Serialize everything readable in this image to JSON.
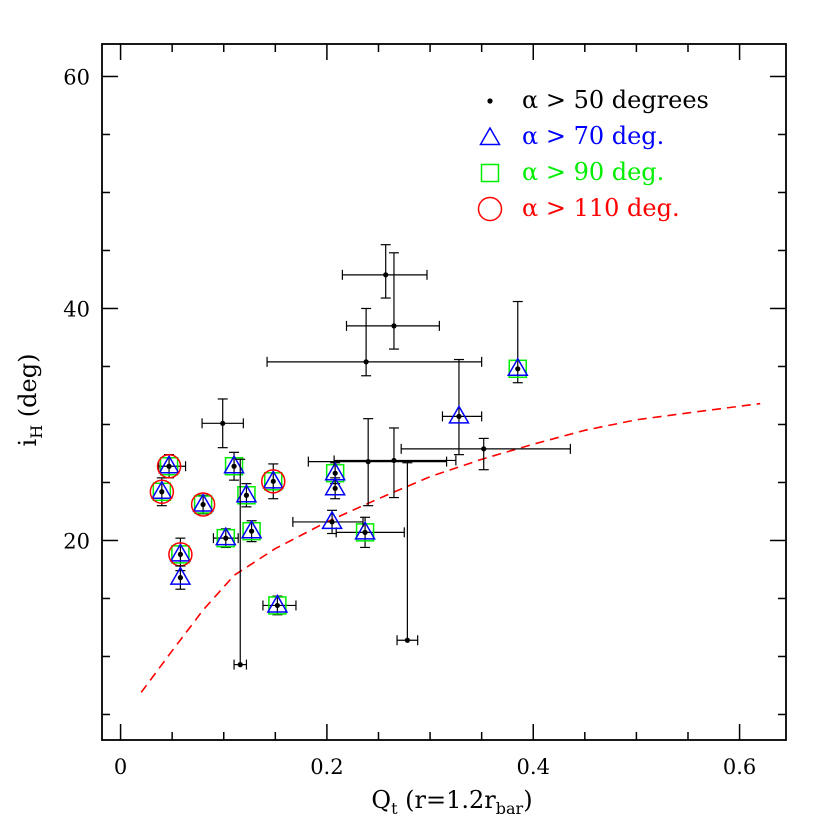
{
  "chart_data": {
    "type": "scatter",
    "xlabel": {
      "main": "Q",
      "sub": "t",
      "paren": "(r=1.2r",
      "paren_sub": "bar",
      "close": ")"
    },
    "ylabel": {
      "main": "i",
      "sub": "H",
      "rest": "(deg)"
    },
    "xlim": [
      -0.018,
      0.645
    ],
    "ylim": [
      2.8,
      62.8
    ],
    "xticks": [
      0,
      0.2,
      0.4,
      0.6
    ],
    "xtick_labels": [
      "0",
      "0.2",
      "0.4",
      "0.6"
    ],
    "yticks": [
      20,
      40,
      60
    ],
    "ytick_labels": [
      "20",
      "40",
      "60"
    ],
    "x_minor_step": 0.05,
    "y_minor_step": 5,
    "grid": false,
    "legend_position": "top-right",
    "colors": {
      "axis": "#000000",
      "alpha50": "#000000",
      "alpha70": "#0000ff",
      "alpha90": "#00ee00",
      "alpha110": "#ff0000",
      "curve": "#ff0000"
    },
    "legend": [
      {
        "marker": "dot",
        "text": "α > 50 degrees",
        "color": "#000000"
      },
      {
        "marker": "triangle",
        "text": "α > 70 deg.",
        "color": "#0000ff"
      },
      {
        "marker": "square",
        "text": "α > 90 deg.",
        "color": "#00ee00"
      },
      {
        "marker": "circle",
        "text": "α > 110 deg.",
        "color": "#ff0000"
      }
    ],
    "points": [
      {
        "x": 0.04,
        "y": 24.2,
        "xerr": [
          0.0,
          0.0
        ],
        "yerr": [
          1.2,
          1.2
        ],
        "level": 110
      },
      {
        "x": 0.047,
        "y": 26.4,
        "xerr": [
          0.01,
          0.016
        ],
        "yerr": [
          1.0,
          1.0
        ],
        "level": 110
      },
      {
        "x": 0.058,
        "y": 18.8,
        "xerr": [
          0.0,
          0.0
        ],
        "yerr": [
          1.4,
          1.4
        ],
        "level": 110
      },
      {
        "x": 0.08,
        "y": 23.1,
        "xerr": [
          0.0,
          0.0
        ],
        "yerr": [
          0.8,
          0.8
        ],
        "level": 110
      },
      {
        "x": 0.148,
        "y": 25.1,
        "xerr": [
          0.0,
          0.0
        ],
        "yerr": [
          1.5,
          1.5
        ],
        "level": 110
      },
      {
        "x": 0.058,
        "y": 16.8,
        "xerr": [
          0.0,
          0.0
        ],
        "yerr": [
          1.0,
          1.0
        ],
        "level": 70
      },
      {
        "x": 0.102,
        "y": 20.2,
        "xerr": [
          0.012,
          0.012
        ],
        "yerr": [
          0.8,
          0.8
        ],
        "level": 90
      },
      {
        "x": 0.11,
        "y": 26.4,
        "xerr": [
          0.0,
          0.0
        ],
        "yerr": [
          1.2,
          1.2
        ],
        "level": 90
      },
      {
        "x": 0.122,
        "y": 23.9,
        "xerr": [
          0.0,
          0.0
        ],
        "yerr": [
          1.0,
          1.0
        ],
        "level": 90
      },
      {
        "x": 0.127,
        "y": 20.8,
        "xerr": [
          0.0,
          0.0
        ],
        "yerr": [
          0.9,
          0.9
        ],
        "level": 90
      },
      {
        "x": 0.152,
        "y": 14.4,
        "xerr": [
          0.014,
          0.018
        ],
        "yerr": [
          0.8,
          0.8
        ],
        "level": 90
      },
      {
        "x": 0.208,
        "y": 25.8,
        "xerr": [
          0.0,
          0.0
        ],
        "yerr": [
          0.9,
          0.9
        ],
        "level": 90
      },
      {
        "x": 0.237,
        "y": 20.7,
        "xerr": [
          0.028,
          0.038
        ],
        "yerr": [
          1.3,
          1.3
        ],
        "level": 90
      },
      {
        "x": 0.385,
        "y": 34.8,
        "xerr": [
          0.0,
          0.0
        ],
        "yerr": [
          1.2,
          5.8
        ],
        "level": 90
      },
      {
        "x": 0.205,
        "y": 21.6,
        "xerr": [
          0.038,
          0.03
        ],
        "yerr": [
          1.0,
          1.0
        ],
        "level": 70
      },
      {
        "x": 0.208,
        "y": 24.5,
        "xerr": [
          0.0,
          0.0
        ],
        "yerr": [
          0.9,
          0.9
        ],
        "level": 70
      },
      {
        "x": 0.328,
        "y": 30.7,
        "xerr": [
          0.016,
          0.022
        ],
        "yerr": [
          3.3,
          4.9
        ],
        "level": 70
      },
      {
        "x": 0.099,
        "y": 30.1,
        "xerr": [
          0.02,
          0.02
        ],
        "yerr": [
          2.1,
          2.1
        ],
        "level": 50
      },
      {
        "x": 0.116,
        "y": 9.3,
        "xerr": [
          0.006,
          0.006
        ],
        "yerr": [
          0.0,
          17.7
        ],
        "level": 50
      },
      {
        "x": 0.24,
        "y": 26.8,
        "xerr": [
          0.058,
          0.076
        ],
        "yerr": [
          3.8,
          3.7
        ],
        "level": 50
      },
      {
        "x": 0.265,
        "y": 26.9,
        "xerr": [
          0.058,
          0.06
        ],
        "yerr": [
          3.2,
          2.8
        ],
        "level": 50
      },
      {
        "x": 0.278,
        "y": 11.4,
        "xerr": [
          0.01,
          0.01
        ],
        "yerr": [
          0.0,
          15.3
        ],
        "level": 50
      },
      {
        "x": 0.238,
        "y": 35.4,
        "xerr": [
          0.096,
          0.112
        ],
        "yerr": [
          1.2,
          4.6
        ],
        "level": 50
      },
      {
        "x": 0.257,
        "y": 42.9,
        "xerr": [
          0.042,
          0.04
        ],
        "yerr": [
          2.0,
          2.6
        ],
        "level": 50
      },
      {
        "x": 0.265,
        "y": 38.5,
        "xerr": [
          0.046,
          0.044
        ],
        "yerr": [
          2.0,
          6.3
        ],
        "level": 50
      },
      {
        "x": 0.352,
        "y": 27.9,
        "xerr": [
          0.08,
          0.084
        ],
        "yerr": [
          1.8,
          0.9
        ],
        "level": 50
      }
    ],
    "curve": [
      {
        "x": 0.02,
        "y": 6.9
      },
      {
        "x": 0.05,
        "y": 10.5
      },
      {
        "x": 0.08,
        "y": 14.0
      },
      {
        "x": 0.11,
        "y": 17.0
      },
      {
        "x": 0.15,
        "y": 19.3
      },
      {
        "x": 0.2,
        "y": 21.6
      },
      {
        "x": 0.25,
        "y": 23.6
      },
      {
        "x": 0.3,
        "y": 25.5
      },
      {
        "x": 0.35,
        "y": 27.0
      },
      {
        "x": 0.4,
        "y": 28.3
      },
      {
        "x": 0.45,
        "y": 29.5
      },
      {
        "x": 0.5,
        "y": 30.4
      },
      {
        "x": 0.55,
        "y": 31.0
      },
      {
        "x": 0.62,
        "y": 31.8
      }
    ]
  }
}
